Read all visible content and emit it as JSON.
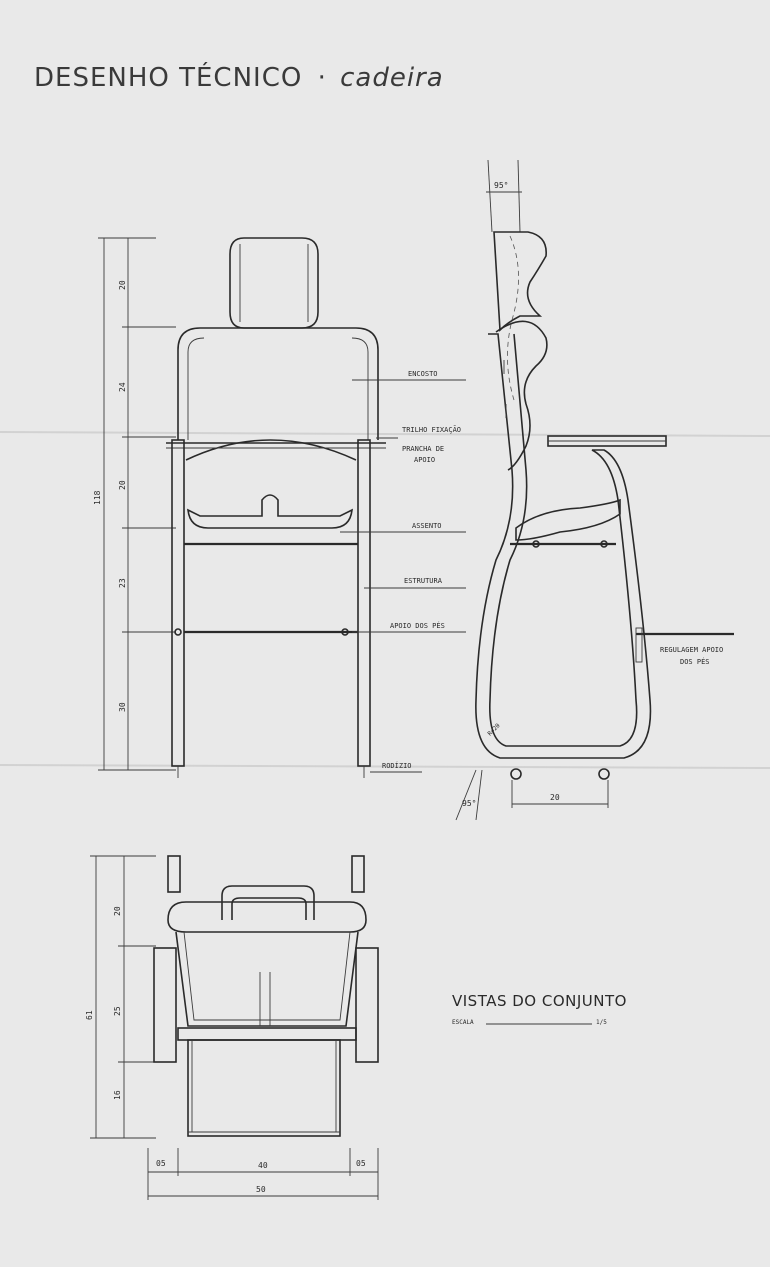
{
  "title": {
    "main": "DESENHO TÉCNICO",
    "separator": "·",
    "sub": "cadeira"
  },
  "labels": {
    "encosto": "ENCOSTO",
    "trilho_fixacao": "TRILHO FIXAÇÃO",
    "prancha_de_apoio_1": "PRANCHA DE",
    "prancha_de_apoio_2": "APOIO",
    "assento": "ASSENTO",
    "estrutura": "ESTRUTURA",
    "apoio_dos_pes": "APOIO DOS PÉS",
    "rodizio": "RODÍZIO",
    "regulagem_1": "REGULAGEM APOIO",
    "regulagem_2": "DOS PÉS",
    "radius_note": "R=20"
  },
  "front_view_dims": {
    "total": "118",
    "segments": [
      "20",
      "24",
      "20",
      "23",
      "30"
    ]
  },
  "side_view_dims": {
    "top_angle": "95°",
    "bottom_angle": "95°",
    "base": "20"
  },
  "top_view_dims": {
    "vertical_total": "61",
    "vertical_segments": [
      "20",
      "25",
      "16"
    ],
    "horizontal_segments": [
      "05",
      "40",
      "05"
    ],
    "horizontal_total": "50"
  },
  "legend": {
    "title": "VISTAS DO CONJUNTO",
    "scale_label": "ESCALA",
    "scale_value": "1/5"
  }
}
